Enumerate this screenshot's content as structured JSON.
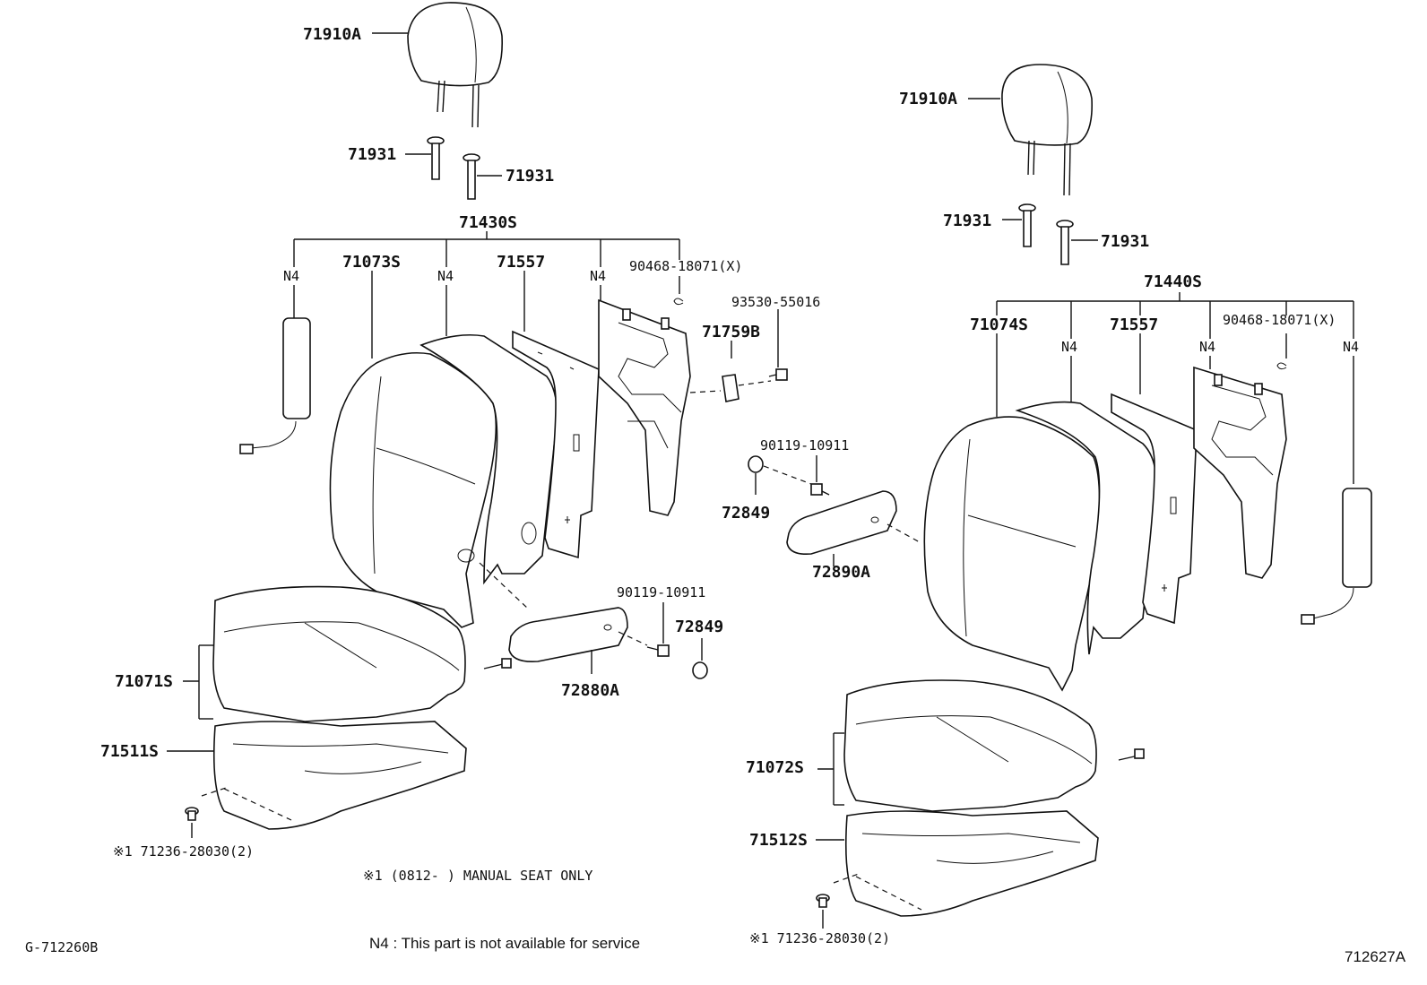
{
  "left_seat": {
    "headrest": "71910A",
    "guide_1": "71931",
    "guide_2": "71931",
    "back_assy": "71430S",
    "n4_1": "N4",
    "back_cover": "71073S",
    "n4_2": "N4",
    "back_pad": "71557",
    "n4_3": "N4",
    "clip": "90468-18071(X)",
    "screw": "93530-55016",
    "knob": "71759B",
    "cushion": "71071S",
    "cushion_pad": "71511S",
    "bolt": "90119-10911",
    "cap": "72849",
    "armrest": "72880A",
    "fastener": "※1 71236-28030(2)"
  },
  "right_seat": {
    "headrest": "71910A",
    "guide_1": "71931",
    "guide_2": "71931",
    "back_assy": "71440S",
    "back_cover": "71074S",
    "n4_1": "N4",
    "back_pad": "71557",
    "n4_2": "N4",
    "clip": "90468-18071(X)",
    "n4_3": "N4",
    "bolt": "90119-10911",
    "cap": "72849",
    "armrest": "72890A",
    "cushion": "71072S",
    "cushion_pad": "71512S",
    "fastener": "※1 71236-28030(2)"
  },
  "notes": {
    "manual_seat": "※1 (0812-    ) MANUAL SEAT ONLY",
    "n4_note": "N4 : This part is not available for service",
    "ref_left": "G-712260B",
    "ref_right": "712627A"
  }
}
